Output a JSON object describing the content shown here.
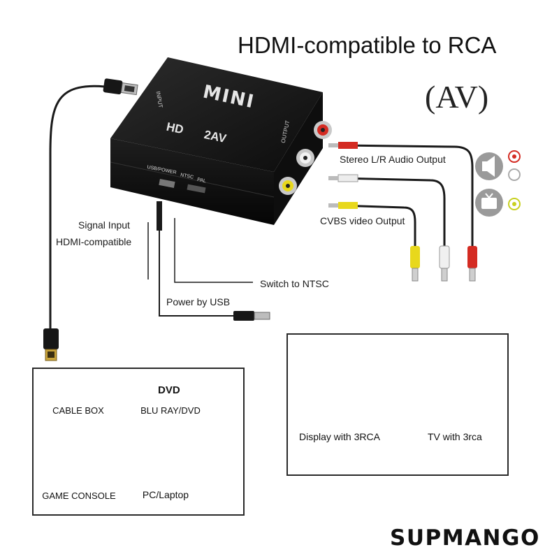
{
  "title": {
    "line1": "HDMI-compatible to RCA",
    "line2": "(AV)"
  },
  "device": {
    "name": "MINI",
    "hd_label": "HD",
    "av_label": "2AV",
    "input_port_label": "INPUT",
    "output_port_label": "OUTPUT",
    "usb_power_label": "USB/POWER",
    "ntsc_label": "NTSC",
    "pal_label": "PAL"
  },
  "labels": {
    "stereo_audio": "Stereo L/R Audio Output",
    "cvbs_video": "CVBS video Output",
    "signal_input_1": "Signal Input",
    "signal_input_2": "HDMI-compatible",
    "switch_ntsc": "Switch to NTSC",
    "power_usb": "Power by USB"
  },
  "sources": [
    {
      "label": "CABLE BOX",
      "icon": "cable-box-icon"
    },
    {
      "label": "BLU RAY/DVD",
      "icon": "dvd-icon",
      "icon_text": "DVD"
    },
    {
      "label": "GAME CONSOLE",
      "icon": "game-console-icon"
    },
    {
      "label": "PC/Laptop",
      "icon": "pc-icon"
    }
  ],
  "destinations": [
    {
      "label": "Display with 3RCA",
      "icon": "monitor-icon"
    },
    {
      "label": "TV with 3rca",
      "icon": "tv-icon"
    }
  ],
  "brand": "SUPMANGO",
  "colors": {
    "rca_red": "#d42b22",
    "rca_white": "#e8e8e8",
    "rca_yellow": "#e8d81c",
    "device_body": "#141414",
    "cable": "#1a1a1a"
  }
}
